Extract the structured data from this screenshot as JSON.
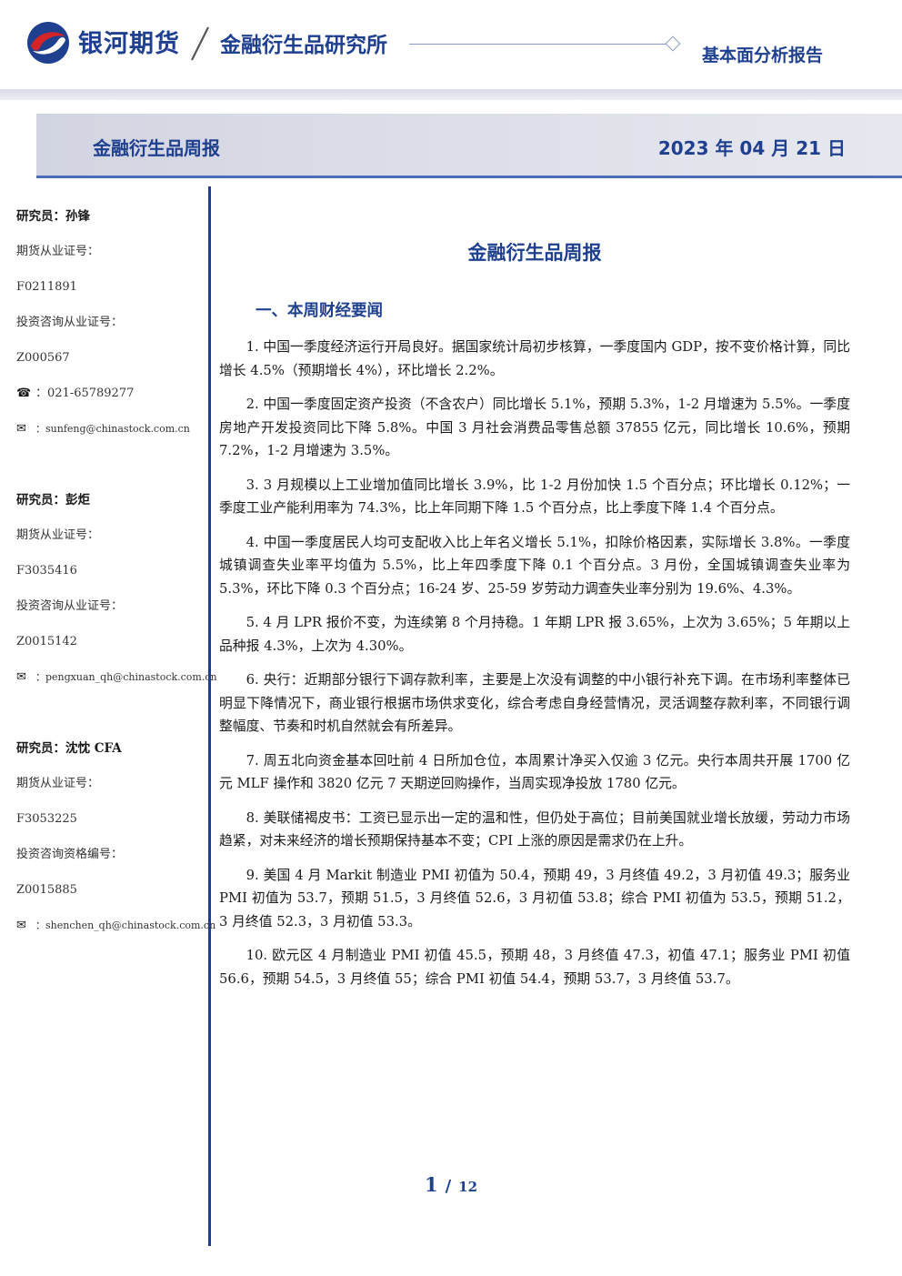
{
  "header": {
    "brand": "银河期货",
    "institute": "金融衍生品研究所",
    "report_type": "基本面分析报告"
  },
  "title_bar": {
    "title": "金融衍生品周报",
    "date": "2023 年 04 月 21 日"
  },
  "sidebar": {
    "researchers": [
      {
        "name": "研究员：孙锋",
        "license_label": "期货从业证号：",
        "license_no": "F0211891",
        "advisory_label": "投资咨询从业证号：",
        "advisory_no": "Z000567",
        "phone_icon": "phone-icon",
        "phone": "：021-65789277",
        "email_icon": "envelope-icon",
        "email": "：sunfeng@chinastock.com.cn"
      },
      {
        "name": "研究员：彭炬",
        "license_label": "期货从业证号：",
        "license_no": "F3035416",
        "advisory_label": "投资咨询从业证号：",
        "advisory_no": "Z0015142",
        "email_icon": "envelope-icon",
        "email": "：pengxuan_qh@chinastock.com.cn"
      },
      {
        "name": "研究员：沈忱 CFA",
        "license_label": "期货从业证号：",
        "license_no": "F3053225",
        "advisory_label": "投资咨询资格编号：",
        "advisory_no": "Z0015885",
        "email_icon": "envelope-icon",
        "email": "：shenchen_qh@chinastock.com.cn"
      }
    ]
  },
  "main": {
    "title": "金融衍生品周报",
    "section_heading": "一、本周财经要闻",
    "paragraphs": [
      "1. 中国一季度经济运行开局良好。据国家统计局初步核算，一季度国内 GDP，按不变价格计算，同比增长 4.5%（预期增长 4%），环比增长 2.2%。",
      "2. 中国一季度固定资产投资（不含农户）同比增长 5.1%，预期 5.3%，1-2 月增速为 5.5%。一季度房地产开发投资同比下降 5.8%。中国 3 月社会消费品零售总额 37855 亿元，同比增长 10.6%，预期 7.2%，1-2 月增速为 3.5%。",
      "3. 3 月规模以上工业增加值同比增长 3.9%，比 1-2 月份加快 1.5 个百分点；环比增长 0.12%；一季度工业产能利用率为 74.3%，比上年同期下降 1.5 个百分点，比上季度下降 1.4 个百分点。",
      "4. 中国一季度居民人均可支配收入比上年名义增长 5.1%，扣除价格因素，实际增长 3.8%。一季度城镇调查失业率平均值为 5.5%，比上年四季度下降 0.1 个百分点。3 月份，全国城镇调查失业率为 5.3%，环比下降 0.3 个百分点；16-24 岁、25-59 岁劳动力调查失业率分别为 19.6%、4.3%。",
      "5. 4 月 LPR 报价不变，为连续第 8 个月持稳。1 年期 LPR 报 3.65%，上次为 3.65%；5 年期以上品种报 4.3%，上次为 4.30%。",
      "6. 央行：近期部分银行下调存款利率，主要是上次没有调整的中小银行补充下调。在市场利率整体已明显下降情况下，商业银行根据市场供求变化，综合考虑自身经营情况，灵活调整存款利率，不同银行调整幅度、节奏和时机自然就会有所差异。",
      "7. 周五北向资金基本回吐前 4 日所加仓位，本周累计净买入仅逾 3 亿元。央行本周共开展 1700 亿元 MLF 操作和 3820 亿元 7 天期逆回购操作，当周实现净投放 1780 亿元。",
      "8. 美联储褐皮书：工资已显示出一定的温和性，但仍处于高位；目前美国就业增长放缓，劳动力市场趋紧，对未来经济的增长预期保持基本不变；CPI 上涨的原因是需求仍在上升。",
      "9. 美国 4 月 Markit 制造业 PMI 初值为 50.4，预期 49，3 月终值 49.2，3 月初值 49.3；服务业 PMI 初值为 53.7，预期 51.5，3 月终值 52.6，3 月初值 53.8；综合 PMI 初值为 53.5，预期 51.2，3 月终值 52.3，3 月初值 53.3。",
      "10. 欧元区 4 月制造业 PMI 初值 45.5，预期 48，3 月终值 47.3，初值 47.1；服务业 PMI 初值 56.6，预期 54.5，3 月终值 55；综合 PMI 初值 54.4，预期 53.7，3 月终值 53.7。"
    ]
  },
  "footer": {
    "page": "1",
    "separator": "/",
    "total": "12"
  },
  "colors": {
    "brand_blue": "#1f3f8f",
    "logo_red": "#d3242a",
    "title_bar_bg": "#dcdee8"
  }
}
